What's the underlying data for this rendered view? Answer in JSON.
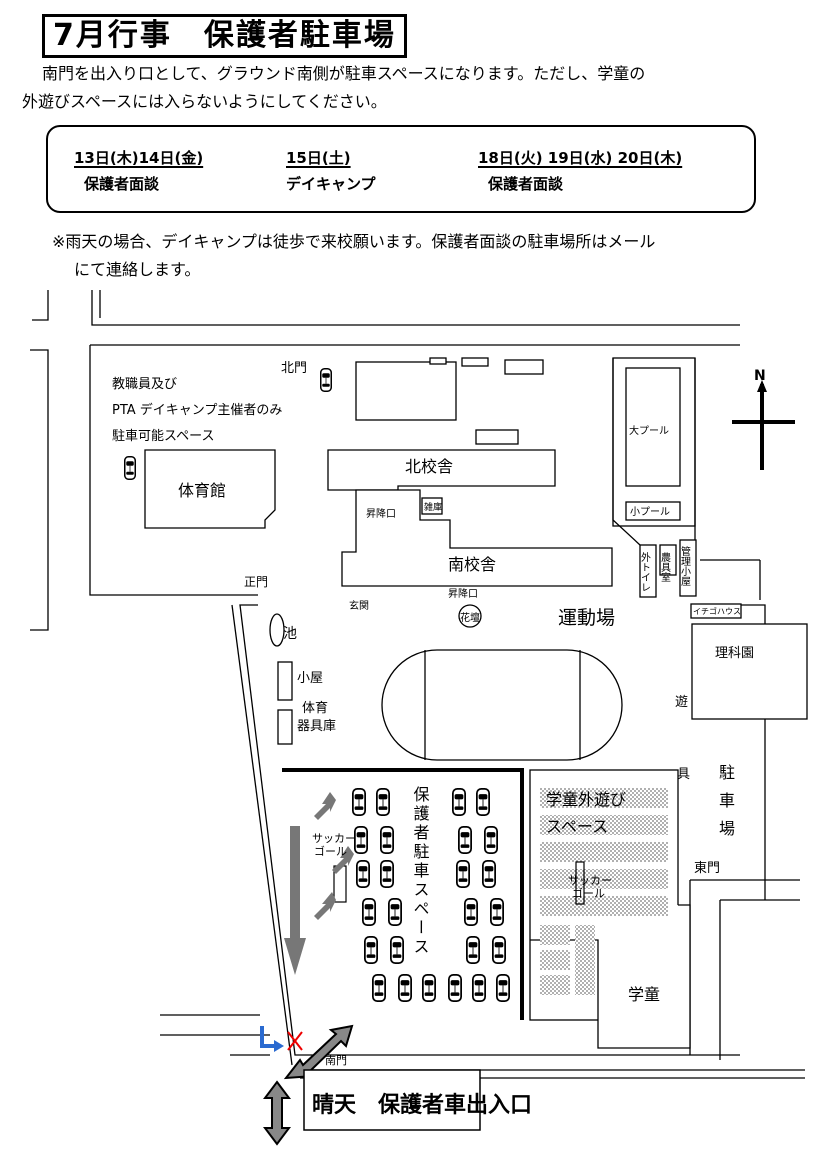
{
  "header": {
    "title": "7月行事　保護者駐車場",
    "intro_line1": "南門を出入り口として、グラウンド南側が駐車スペースになります。ただし、学童の",
    "intro_line2": "外遊びスペースには入らないようにしてください。"
  },
  "schedule": [
    {
      "date": "13日(木)14日(金)",
      "event": "保護者面談"
    },
    {
      "date": "15日(土)",
      "event": "デイキャンプ"
    },
    {
      "date": "18日(火) 19日(水) 20日(木)",
      "event": "保護者面談"
    }
  ],
  "note": {
    "line1": "※雨天の場合、デイキャンプは徒歩で来校願います。保護者面談の駐車場所はメール",
    "line2": "にて連絡します。"
  },
  "map_labels": {
    "north_gate": "北門",
    "staff_parking_1": "教職員及び",
    "staff_parking_2": "PTA デイキャンプ主催者のみ",
    "staff_parking_3": "駐車可能スペース",
    "gym": "体育館",
    "north_building": "北校舎",
    "south_building": "南校舎",
    "stairs_1": "昇降口",
    "stairs_2": "昇降口",
    "storage": "雑庫",
    "entrance": "玄関",
    "flower_bed": "花壇",
    "main_gate": "正門",
    "pond": "池",
    "big_pool": "大プール",
    "small_pool": "小プール",
    "outdoor_toilet": "外トイレ",
    "farm_tools": "農具室",
    "pool_mgmt": "管理小屋",
    "ichigo_house": "イチゴハウス",
    "science_garden": "理科園",
    "playground": "運動場",
    "hut": "小屋",
    "pe_storage_1": "体育",
    "pe_storage_2": "器具庫",
    "playground_eq_1": "遊",
    "playground_eq_2": "具",
    "parking_1": "駐",
    "parking_2": "車",
    "parking_3": "場",
    "east_gate": "東門",
    "gakudo_play_1": "学童外遊び",
    "gakudo_play_2": "スペース",
    "soccer_goal_1": "サッカー",
    "soccer_goal_2": "ゴール",
    "soccer_goal_3": "サッカー",
    "soccer_goal_4": "ゴール",
    "gakudo": "学童",
    "parent_parking": "保護者駐車スペース",
    "south_gate": "南門",
    "entry_exit": "晴天　保護者車出入口",
    "north_mark": "N"
  }
}
